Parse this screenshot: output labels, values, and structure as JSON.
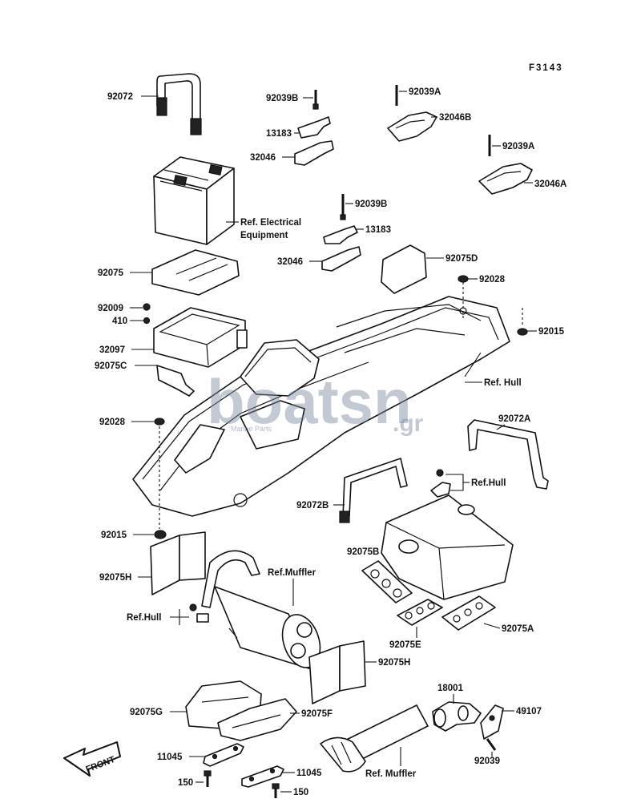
{
  "diagram": {
    "figure_code": "F3143",
    "front_label": "FRONT",
    "watermark": {
      "main": "boatsn",
      "suffix": ".gr",
      "sub": "Marine Parts"
    },
    "labels": {
      "p92072": "92072",
      "p92039B_a": "92039B",
      "p92039A_a": "92039A",
      "p32046B": "32046B",
      "p13183_a": "13183",
      "p32046_a": "32046",
      "p92039A_b": "92039A",
      "p32046A": "32046A",
      "ref_electrical_1": "Ref. Electrical",
      "ref_electrical_2": "Equipment",
      "p92039B_b": "92039B",
      "p13183_b": "13183",
      "p92075": "92075",
      "p32046_b": "32046",
      "p92075D": "92075D",
      "p92028_a": "92028",
      "p92009": "92009",
      "p410": "410",
      "p92015_a": "92015",
      "p32097": "32097",
      "p92075C": "92075C",
      "ref_hull_a": "Ref. Hull",
      "p92028_b": "92028",
      "p92072A": "92072A",
      "ref_hull_b": "Ref.Hull",
      "p92072B": "92072B",
      "p92015_b": "92015",
      "p92075B": "92075B",
      "ref_muffler_a": "Ref.Muffler",
      "p92075H_a": "92075H",
      "ref_hull_c": "Ref.Hull",
      "p92075A": "92075A",
      "p92075E": "92075E",
      "p92075H_b": "92075H",
      "p18001": "18001",
      "p92075G": "92075G",
      "p92075F": "92075F",
      "p49107": "49107",
      "p92039": "92039",
      "p11045_a": "11045",
      "p11045_b": "11045",
      "p150_a": "150",
      "p150_b": "150",
      "ref_muffler_b": "Ref. Muffler"
    }
  }
}
